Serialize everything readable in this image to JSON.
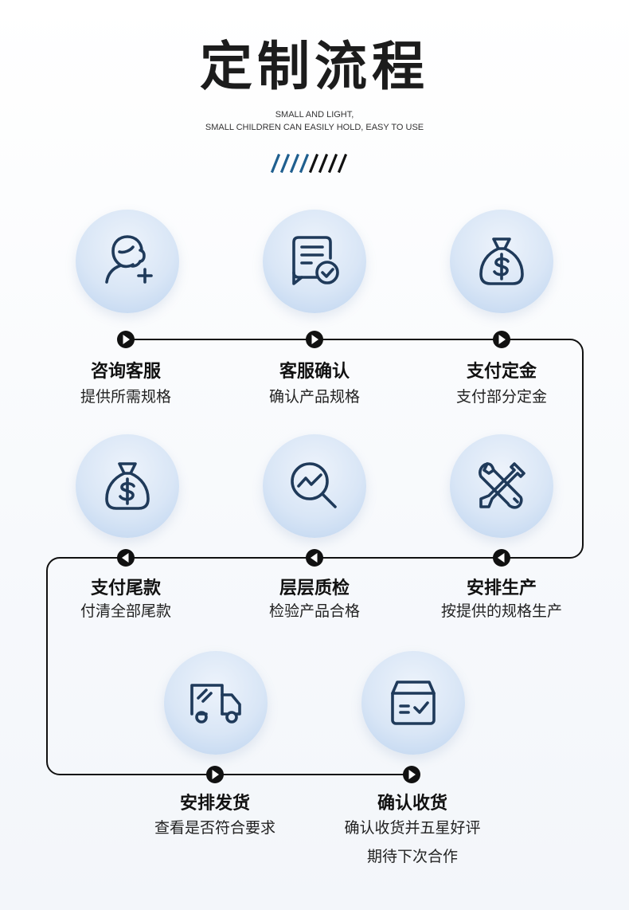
{
  "header": {
    "title": "定制流程",
    "subtitle_line1": "SMALL AND LIGHT,",
    "subtitle_line2": "SMALL CHILDREN CAN EASILY HOLD, EASY TO USE"
  },
  "colors": {
    "accent_blue": "#1f5f8f",
    "icon_stroke": "#1f3a5a",
    "circle_fill": "#d9e6f6",
    "line": "#111111"
  },
  "steps": [
    {
      "title": "咨询客服",
      "desc": [
        "提供所需规格"
      ],
      "icon": "customer-service-icon"
    },
    {
      "title": "客服确认",
      "desc": [
        "确认产品规格"
      ],
      "icon": "document-check-icon"
    },
    {
      "title": "支付定金",
      "desc": [
        "支付部分定金"
      ],
      "icon": "money-bag-icon"
    },
    {
      "title": "支付尾款",
      "desc": [
        "付清全部尾款"
      ],
      "icon": "money-bag-icon"
    },
    {
      "title": "层层质检",
      "desc": [
        "检验产品合格"
      ],
      "icon": "magnifier-chart-icon"
    },
    {
      "title": "安排生产",
      "desc": [
        "按提供的规格生产"
      ],
      "icon": "tools-icon"
    },
    {
      "title": "安排发货",
      "desc": [
        "查看是否符合要求"
      ],
      "icon": "truck-icon"
    },
    {
      "title": "确认收货",
      "desc": [
        "确认收货并五星好评",
        "期待下次合作"
      ],
      "icon": "box-check-icon"
    }
  ]
}
